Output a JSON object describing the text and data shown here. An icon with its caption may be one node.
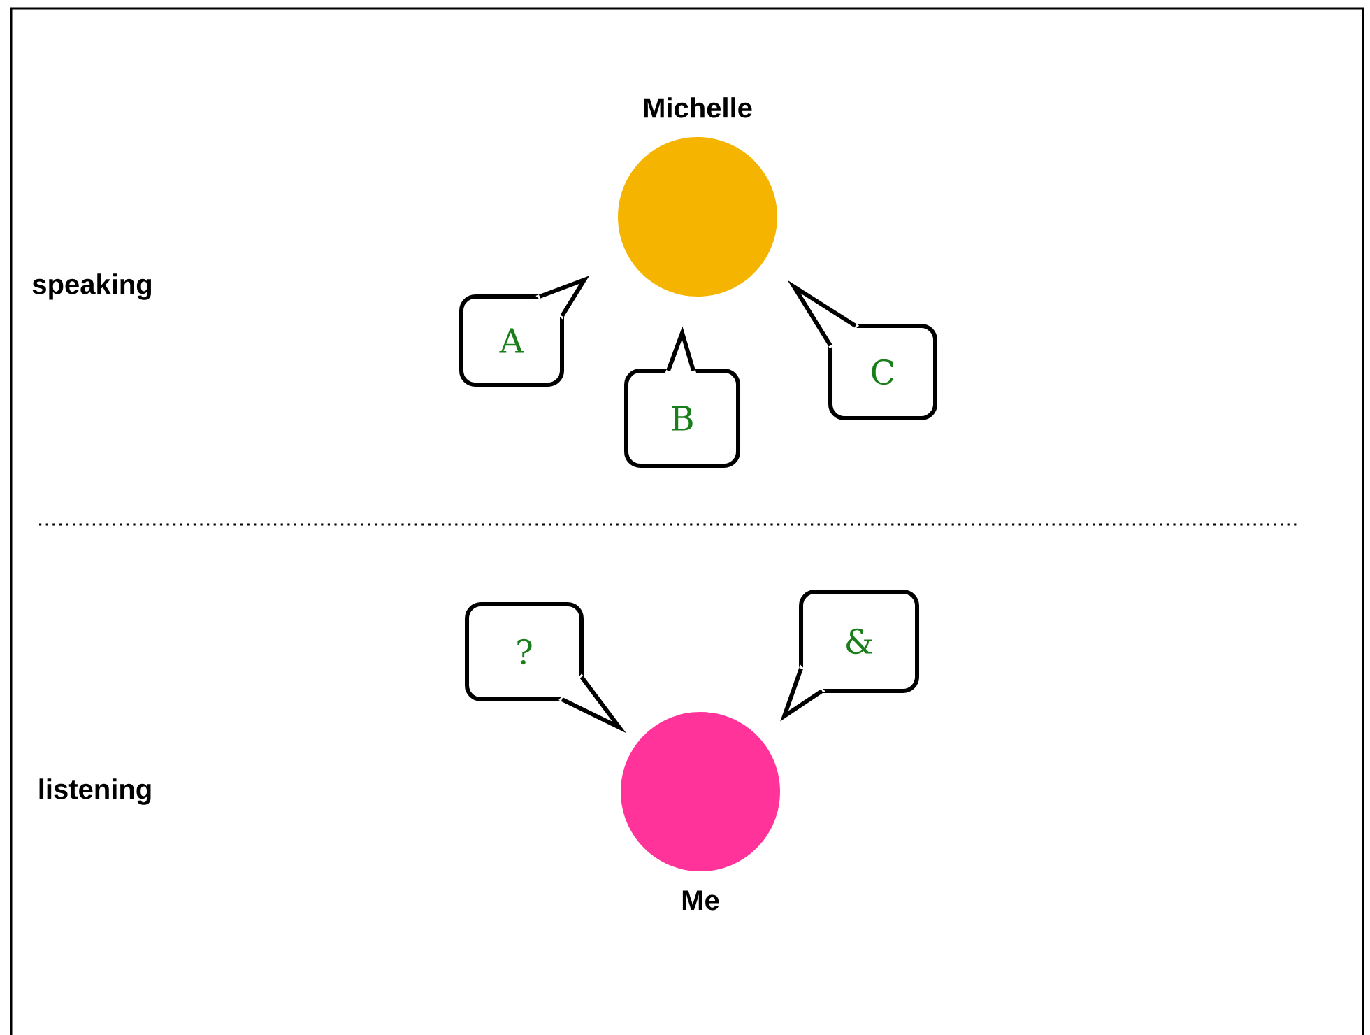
{
  "diagram": {
    "nodes": [
      {
        "text": [
          "Michelle"
        ]
      },
      {
        "text": [
          "A"
        ]
      },
      {
        "text": [
          "B"
        ]
      },
      {
        "text": [
          "C"
        ]
      },
      {
        "text": [
          "?"
        ]
      },
      {
        "text": [
          "&"
        ]
      },
      {
        "text": [
          "Me"
        ]
      }
    ],
    "labels": [
      "speaking",
      "listening"
    ]
  }
}
